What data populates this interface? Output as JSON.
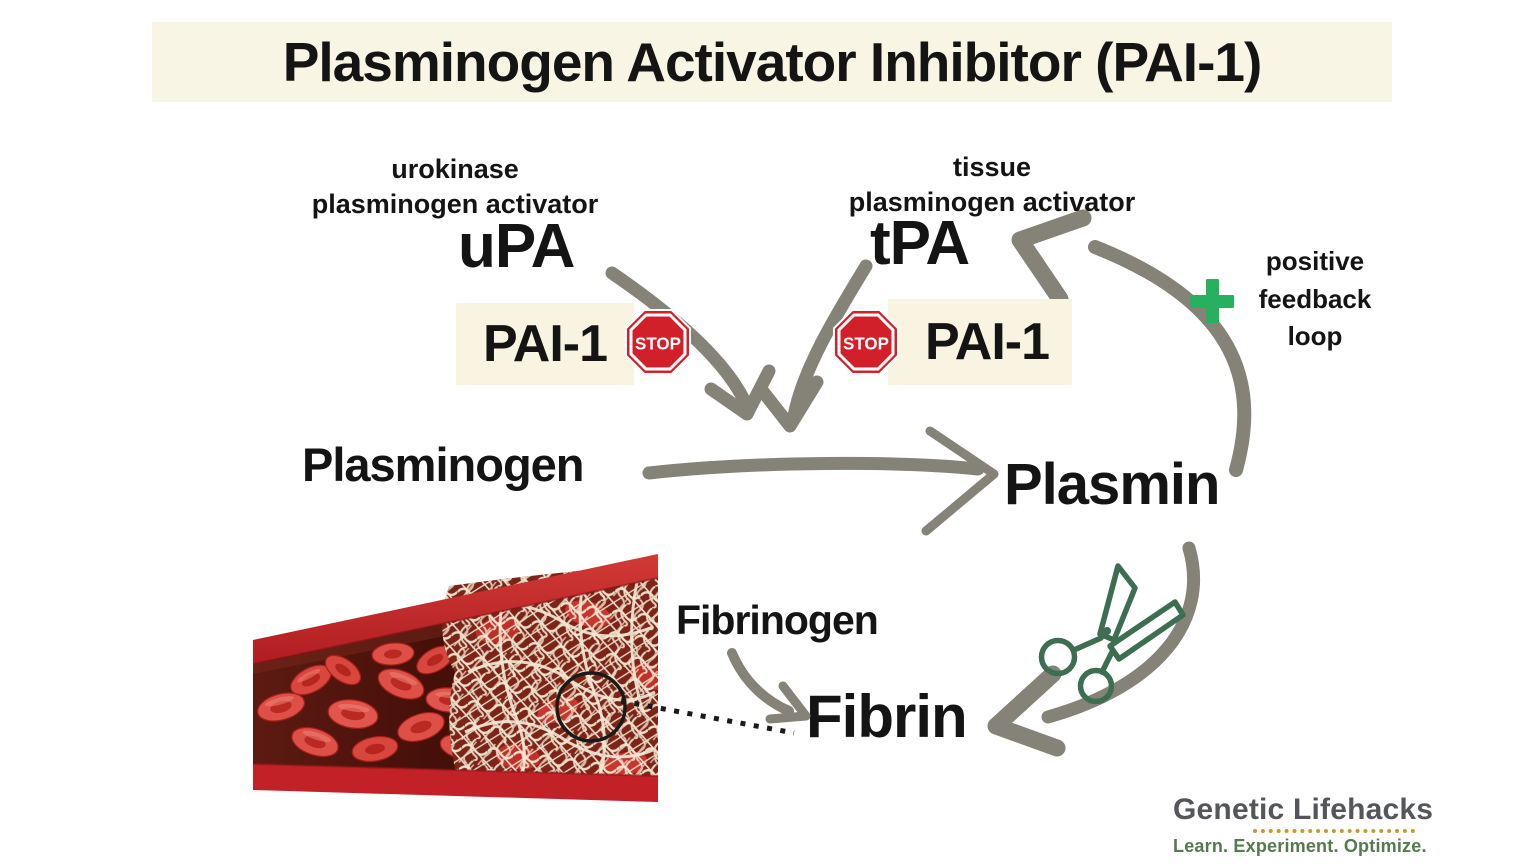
{
  "title": "Plasminogen Activator Inhibitor (PAI-1)",
  "labels": {
    "upa_full": "urokinase\nplasminogen activator",
    "upa": "uPA",
    "tpa_full": "tissue\nplasminogen activator",
    "tpa": "tPA",
    "pai1": "PAI-1",
    "stop": "STOP",
    "feedback_loop": "positive\nfeedback\nloop",
    "plasminogen": "Plasminogen",
    "plasmin": "Plasmin",
    "fibrinogen": "Fibrinogen",
    "fibrin": "Fibrin"
  },
  "logo": {
    "name": "Genetic Lifehacks",
    "tagline": "Learn. Experiment. Optimize."
  },
  "icons": {
    "stop_sign": "stop-sign-icon",
    "scissors": "scissors-icon",
    "plus": "plus-icon",
    "clot_callout": "clot-callout-circle"
  },
  "colors": {
    "background": "#ffffff",
    "highlight_cream": "#f8f4e2",
    "text_ink": "#141414",
    "arrow_gray": "#858377",
    "stop_red": "#d1202a",
    "plus_green": "#27b05f",
    "scissors_green": "#3d6e52",
    "vessel_red": "#c22127",
    "logo_gray": "#54565a",
    "logo_gold": "#c79b2c",
    "logo_green": "#567a50"
  }
}
